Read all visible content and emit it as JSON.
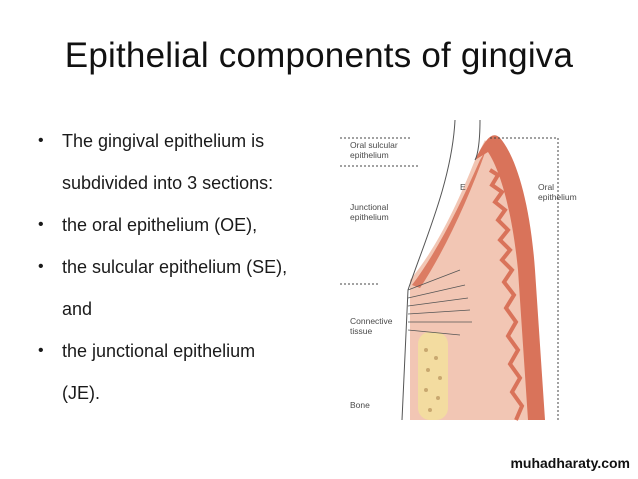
{
  "slide": {
    "title": "Epithelial components of gingiva",
    "bullets": [
      {
        "lines": [
          "The gingival epithelium is",
          "subdivided into 3 sections:"
        ]
      },
      {
        "lines": [
          "the oral epithelium (OE),"
        ]
      },
      {
        "lines": [
          "the sulcular epithelium (SE),",
          "and"
        ]
      },
      {
        "lines": [
          "the junctional epithelium",
          "(JE)."
        ]
      }
    ],
    "bullet_glyph": "•"
  },
  "diagram": {
    "labels": {
      "oral_sulcular_1": "Oral sulcular",
      "oral_sulcular_2": "epithelium",
      "junctional_1": "Junctional",
      "junctional_2": "epithelium",
      "enamel": "E",
      "oral_1": "Oral",
      "oral_2": "epithelium",
      "connective_1": "Connective",
      "connective_2": "tissue",
      "bone": "Bone"
    },
    "colors": {
      "epithelium": "#d9735a",
      "connective": "#f2c6b4",
      "bone": "#f3dca0",
      "tooth_outline": "#555555"
    }
  },
  "watermark": "muhadharaty.com"
}
